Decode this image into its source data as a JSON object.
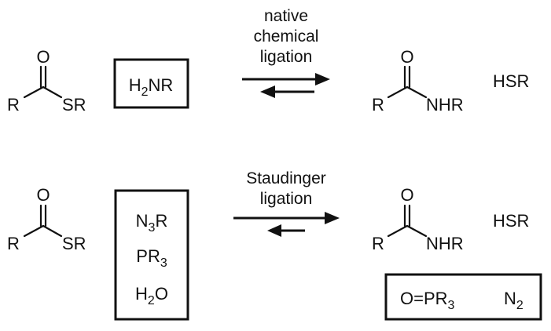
{
  "reaction1": {
    "condition_lines": [
      "native",
      "chemical",
      "ligation"
    ],
    "reactant_atoms": {
      "oxygen": "O",
      "r_group": "R",
      "thioester": "SR"
    },
    "reagent": {
      "main": "H",
      "sub": "2",
      "rest": "NR"
    },
    "product_atoms": {
      "oxygen": "O",
      "r_group": "R",
      "amide": "NHR"
    },
    "byproduct": "HSR"
  },
  "reaction2": {
    "condition_lines": [
      "Staudinger",
      "ligation"
    ],
    "reactant_atoms": {
      "oxygen": "O",
      "r_group": "R",
      "thioester": "SR"
    },
    "reagents": [
      {
        "main": "N",
        "sub": "3",
        "rest": "R"
      },
      {
        "main": "PR",
        "sub": "3",
        "rest": ""
      },
      {
        "main": "H",
        "sub": "2",
        "rest": "O"
      }
    ],
    "product_atoms": {
      "oxygen": "O",
      "r_group": "R",
      "amide": "NHR"
    },
    "byproduct": "HSR",
    "coproducts": [
      {
        "main": "O=PR",
        "sub": "3"
      },
      {
        "main": "N",
        "sub": "2"
      }
    ]
  }
}
